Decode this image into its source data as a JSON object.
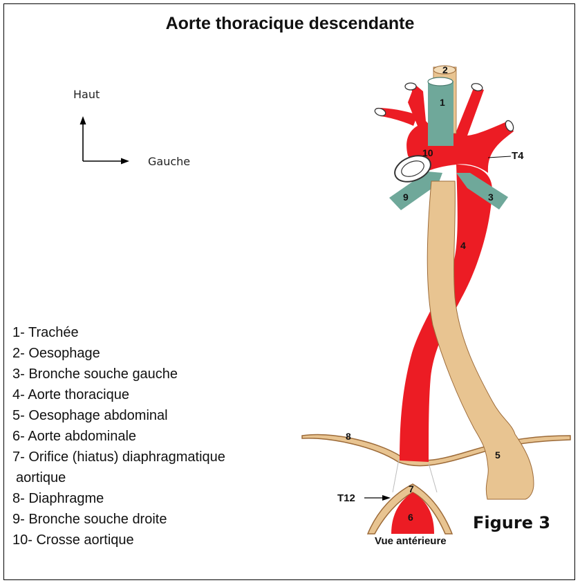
{
  "title": "Aorte thoracique descendante",
  "orientation": {
    "up": "Haut",
    "left": "Gauche"
  },
  "legend": [
    "1- Trachée",
    "2- Oesophage",
    "3- Bronche souche gauche",
    "4- Aorte thoracique",
    "5- Oesophage abdominal",
    "6- Aorte abdominale",
    "7- Orifice (hiatus) diaphragmatique",
    "aortique",
    "8- Diaphragme",
    "9- Bronche souche droite",
    "10- Crosse aortique"
  ],
  "numbers": {
    "n1": "1",
    "n2": "2",
    "n3": "3",
    "n4": "4",
    "n5": "5",
    "n6": "6",
    "n7": "7",
    "n8": "8",
    "n9": "9",
    "n10": "10"
  },
  "vertebrae": {
    "upper": "T4",
    "lower": "T12"
  },
  "figure_label": "Figure 3",
  "view_label": "Vue antérieure",
  "colors": {
    "aorta": "#ec1c24",
    "esophagus": "#e8c491",
    "trachea": "#6fa89a",
    "outline": "#9c6a38"
  }
}
